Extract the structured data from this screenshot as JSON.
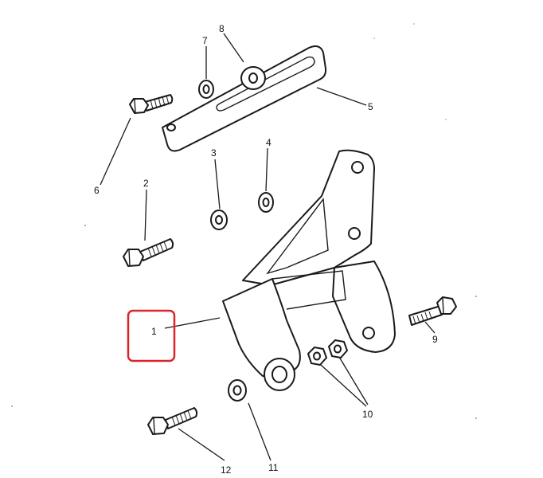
{
  "diagram": {
    "callouts": [
      {
        "id": "1",
        "label": "1"
      },
      {
        "id": "2",
        "label": "2"
      },
      {
        "id": "3",
        "label": "3"
      },
      {
        "id": "4",
        "label": "4"
      },
      {
        "id": "5",
        "label": "5"
      },
      {
        "id": "6",
        "label": "6"
      },
      {
        "id": "7",
        "label": "7"
      },
      {
        "id": "8",
        "label": "8"
      },
      {
        "id": "9",
        "label": "9"
      },
      {
        "id": "10",
        "label": "10"
      },
      {
        "id": "11",
        "label": "11"
      },
      {
        "id": "12",
        "label": "12"
      }
    ],
    "highlighted_callout": "1",
    "colors": {
      "line": "#1a1a1a",
      "highlight": "#d9262c",
      "background": "#ffffff"
    }
  }
}
